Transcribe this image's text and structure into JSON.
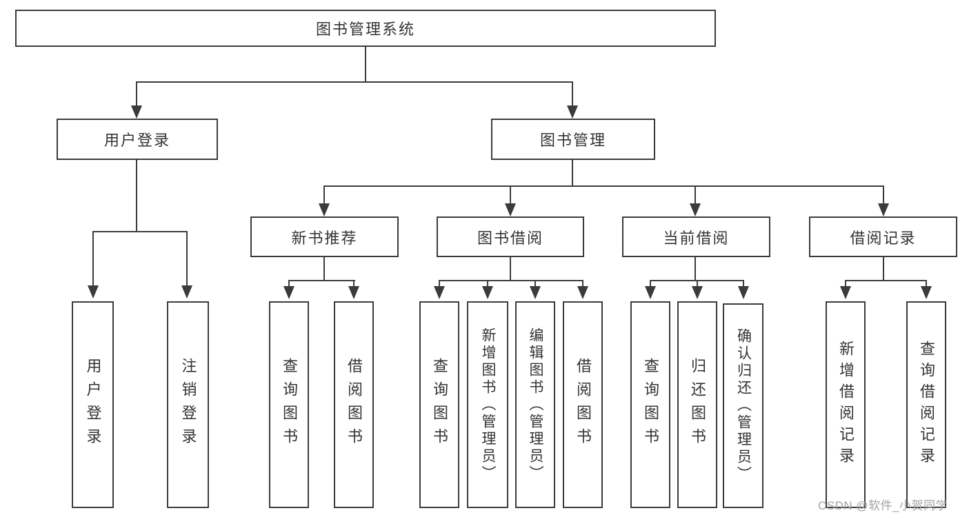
{
  "title": {
    "label": "图书管理系统"
  },
  "user_branch": {
    "label": "用户登录",
    "children": [
      {
        "label": "用户登录"
      },
      {
        "label": "注销登录"
      }
    ]
  },
  "book_branch": {
    "label": "图书管理",
    "groups": [
      {
        "label": "新书推荐",
        "children": [
          {
            "label": "查询图书"
          },
          {
            "label": "借阅图书"
          }
        ]
      },
      {
        "label": "图书借阅",
        "children": [
          {
            "label": "查询图书"
          },
          {
            "label": "新增图书（管理员）"
          },
          {
            "label": "编辑图书（管理员）"
          },
          {
            "label": "借阅图书"
          }
        ]
      },
      {
        "label": "当前借阅",
        "children": [
          {
            "label": "查询图书"
          },
          {
            "label": "归还图书"
          },
          {
            "label": "确认归还（管理员）"
          }
        ]
      },
      {
        "label": "借阅记录",
        "children": [
          {
            "label": "新增借阅记录"
          },
          {
            "label": "查询借阅记录"
          }
        ]
      }
    ]
  },
  "watermark": "CSDN @软件_小贺同学",
  "colors": {
    "line": "#3b3b3b",
    "text": "#333333",
    "watermark": "#a2a2aa",
    "background": "#ffffff"
  }
}
